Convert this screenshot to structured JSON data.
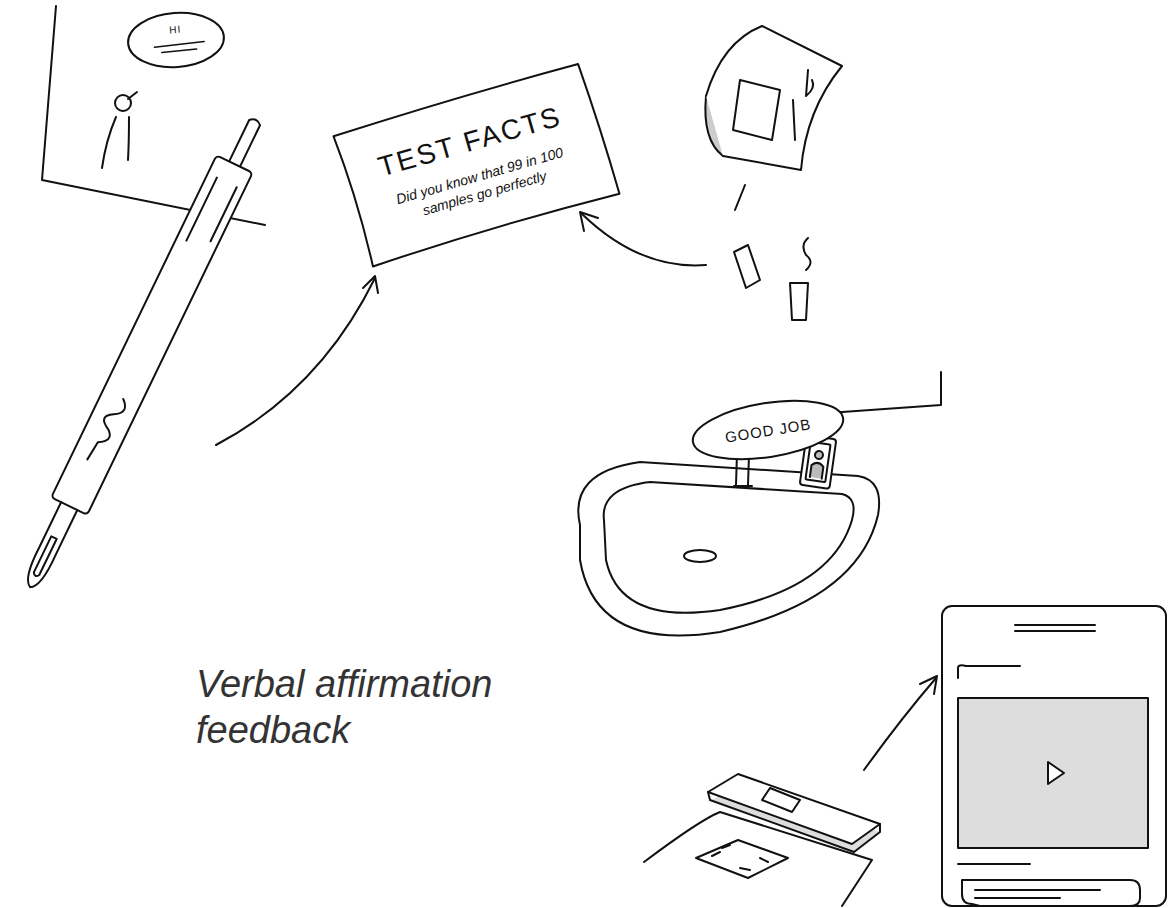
{
  "diagram": {
    "nodes": [
      {
        "text": [
          "HI"
        ]
      },
      {
        "text": [
          "TEST FACTS",
          "Did you know that 99 in 100 samples go perfectly"
        ]
      },
      {
        "text": [
          "GOOD JOB"
        ]
      }
    ],
    "labels": [
      "Verbal affirmation feedback"
    ]
  }
}
